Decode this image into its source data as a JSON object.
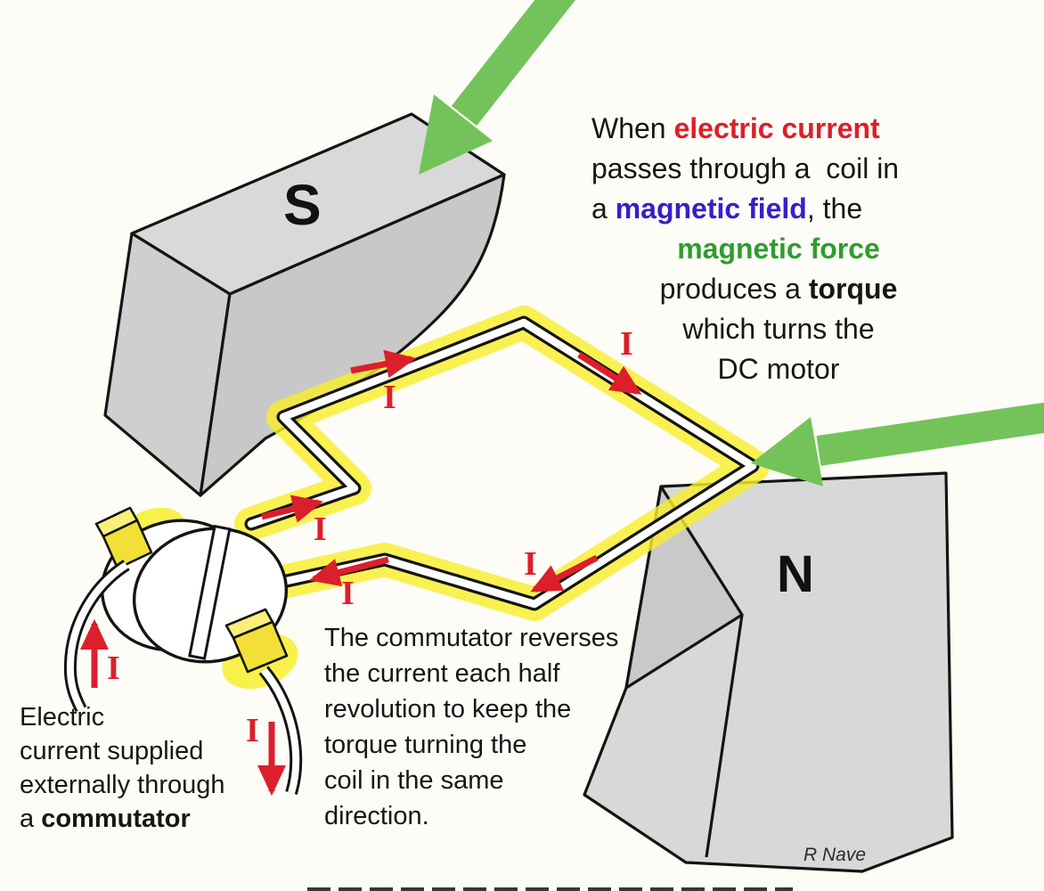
{
  "magnets": {
    "s": "S",
    "n": "N"
  },
  "current_label": "I",
  "note": {
    "l1": {
      "s1": "When ",
      "s2": "electric current"
    },
    "l2": "passes through a  coil in",
    "l3": {
      "s1": "a ",
      "s2": "magnetic field",
      "s3": ", the"
    },
    "l4": "magnetic force",
    "l5": {
      "s1": "produces a ",
      "s2": "torque"
    },
    "l6": "which turns the",
    "l7": "DC motor"
  },
  "cap_left": {
    "l1": "Electric",
    "l2": "current supplied",
    "l3": "externally through",
    "l4a": "a ",
    "l4b": "commutator"
  },
  "cap_mid": {
    "l1": "The commutator reverses",
    "l2": "the current each half",
    "l3": "revolution to keep the",
    "l4": "torque turning the",
    "l5": "coil in the same",
    "l6": "direction."
  },
  "credit": "R Nave",
  "colors": {
    "current_red": "#dc1f2a",
    "field_blue": "#3520c8",
    "force_green": "#2f9c2f",
    "arrow_green": "#74c35a",
    "highlight_yellow": "#f8ee2d",
    "magnet_gray": "#d8d8d8"
  }
}
